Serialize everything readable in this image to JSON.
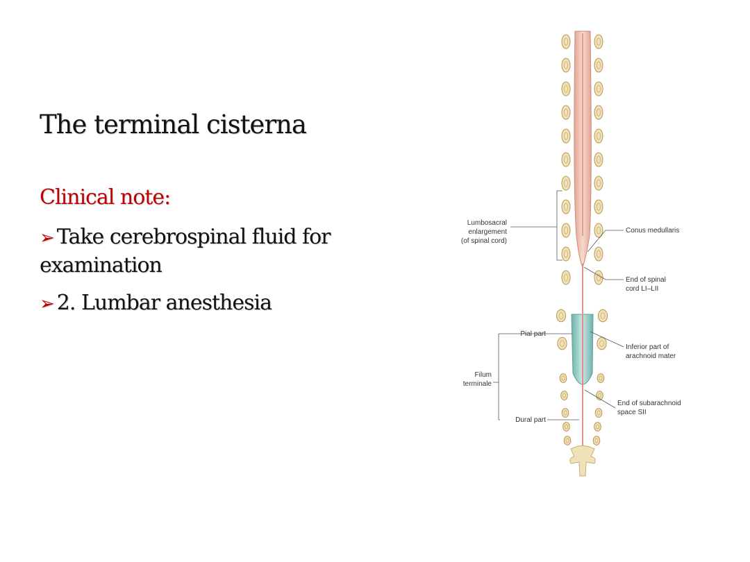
{
  "slide": {
    "title": "The terminal cisterna",
    "clinical_note": "Clinical note:",
    "bullets": [
      "Take cerebrospinal fluid for examination",
      "2. Lumbar anesthesia"
    ],
    "bullet_marker": "➢"
  },
  "figure": {
    "labels": {
      "lumbosacral": [
        "Lumbosacral",
        "enlargement",
        "(of spinal cord)"
      ],
      "conus": "Conus medullaris",
      "end_cord": [
        "End of spinal",
        "cord LI–LII"
      ],
      "pial": "Pial part",
      "inferior_arachnoid": [
        "Inferior part of",
        "arachnoid mater"
      ],
      "filum": [
        "Filum",
        "terminale"
      ],
      "end_subarachnoid": [
        "End of subarachnoid",
        "space SII"
      ],
      "dural": "Dural part"
    }
  },
  "colors": {
    "accent": "#c00000",
    "cord": "#e8b4a4",
    "cord_core": "#f2cfc3",
    "sac": "#8cc6c0",
    "bone": "#f0e1b8"
  }
}
